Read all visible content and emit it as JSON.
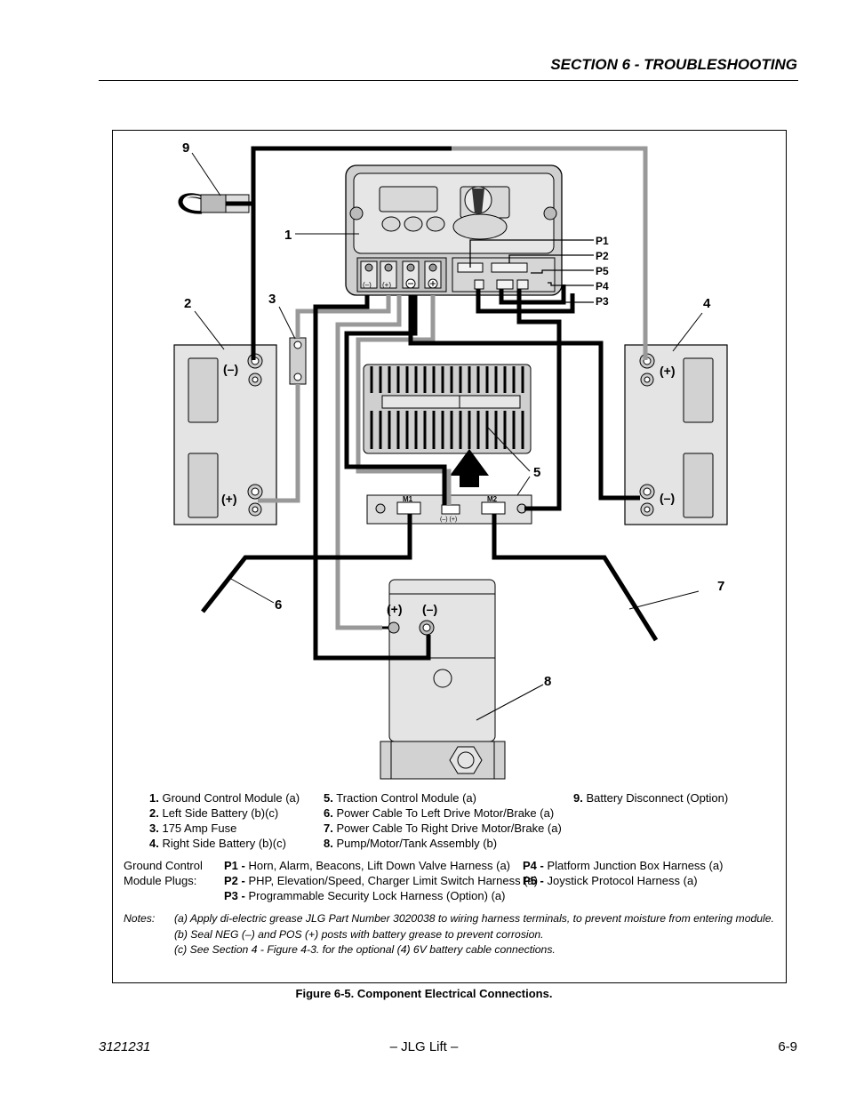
{
  "header": {
    "section_title": "SECTION 6 - TROUBLESHOOTING"
  },
  "diagram": {
    "callouts": [
      "1",
      "2",
      "3",
      "4",
      "5",
      "6",
      "7",
      "8",
      "9"
    ],
    "plugs": [
      "P1",
      "P2",
      "P5",
      "P4",
      "P3"
    ],
    "battery_left": {
      "top_terminal": "(–)",
      "bottom_terminal": "(+)"
    },
    "battery_right": {
      "top_terminal": "(+)",
      "bottom_terminal": "(–)"
    },
    "module_terminals": [
      "(–)",
      "(+)"
    ],
    "traction_ports": [
      "M1",
      "M2"
    ],
    "traction_mid": "(–) (+)",
    "pump_terminals": [
      "(+)",
      "(–)"
    ]
  },
  "legend": {
    "col1": [
      {
        "num": "1.",
        "text": "Ground Control Module (a)"
      },
      {
        "num": "2.",
        "text": "Left Side Battery (b)(c)"
      },
      {
        "num": "3.",
        "text": "175 Amp Fuse"
      },
      {
        "num": "4.",
        "text": "Right Side Battery (b)(c)"
      }
    ],
    "col2": [
      {
        "num": "5.",
        "text": "Traction Control Module (a)"
      },
      {
        "num": "6.",
        "text": "Power Cable To Left Drive Motor/Brake (a)"
      },
      {
        "num": "7.",
        "text": "Power Cable To Right Drive Motor/Brake (a)"
      },
      {
        "num": "8.",
        "text": "Pump/Motor/Tank Assembly (b)"
      }
    ],
    "col3": [
      {
        "num": "9.",
        "text": "Battery Disconnect (Option)"
      }
    ]
  },
  "plugs_legend": {
    "label_line1": "Ground Control",
    "label_line2": "Module Plugs:",
    "items": [
      {
        "code": "P1 -",
        "text": "Horn, Alarm, Beacons, Lift Down Valve Harness (a)"
      },
      {
        "code": "P2 -",
        "text": "PHP, Elevation/Speed, Charger Limit Switch Harness (a)"
      },
      {
        "code": "P3 -",
        "text": "Programmable Security Lock Harness (Option) (a)"
      },
      {
        "code": "P4 -",
        "text": "Platform Junction Box Harness (a)"
      },
      {
        "code": "P5 -",
        "text": "Joystick Protocol Harness (a)"
      }
    ]
  },
  "notes": {
    "label": "Notes:",
    "lines": [
      "(a) Apply di-electric grease JLG Part Number 3020038 to wiring harness terminals, to prevent moisture from entering module.",
      "(b) Seal NEG (–) and POS (+) posts with battery grease to prevent corrosion.",
      "(c) See Section 4 - Figure 4-3. for the optional (4) 6V battery cable connections."
    ]
  },
  "caption": "Figure 6-5.  Component Electrical Connections.",
  "footer": {
    "left": "3121231",
    "center": "– JLG Lift –",
    "right": "6-9"
  }
}
